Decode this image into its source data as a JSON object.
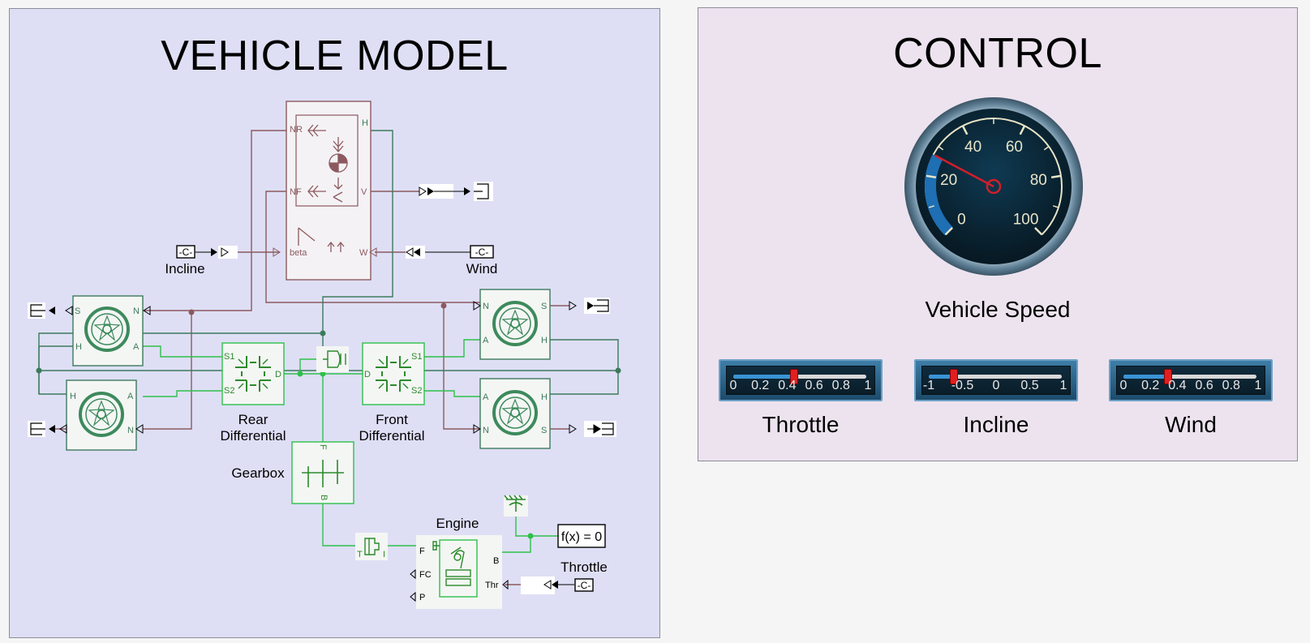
{
  "vehicle_area": {
    "title": "VEHICLE MODEL",
    "labels": {
      "incline": "Incline",
      "wind": "Wind",
      "rear_differential": "Rear Differential",
      "front_differential": "Front Differential",
      "gearbox": "Gearbox",
      "engine": "Engine",
      "throttle": "Throttle",
      "solver": "f(x) = 0",
      "constant": "-C-"
    },
    "ports": {
      "body": [
        "NR",
        "NF",
        "H",
        "V",
        "W",
        "beta"
      ],
      "tire": [
        "S",
        "N",
        "H",
        "A"
      ],
      "differential": [
        "S1",
        "S2",
        "D"
      ],
      "gearbox": [
        "F",
        "B"
      ],
      "engine": [
        "F",
        "B",
        "FC",
        "P",
        "Thr"
      ],
      "coupling": [
        "T",
        "I"
      ]
    }
  },
  "control_area": {
    "title": "CONTROL",
    "gauge": {
      "label": "Vehicle Speed",
      "ticks": [
        "0",
        "20",
        "40",
        "60",
        "80",
        "100"
      ],
      "min": 0,
      "max": 100,
      "value": 27
    },
    "sliders": [
      {
        "label": "Throttle",
        "min": 0,
        "max": 1,
        "value": 0.45,
        "ticks": [
          "0",
          "0.2",
          "0.4",
          "0.6",
          "0.8",
          "1"
        ]
      },
      {
        "label": "Incline",
        "min": -1,
        "max": 1,
        "value": -0.63,
        "ticks": [
          "-1",
          "-0.5",
          "0",
          "0.5",
          "1"
        ]
      },
      {
        "label": "Wind",
        "min": 0,
        "max": 1,
        "value": 0.33,
        "ticks": [
          "0",
          "0.2",
          "0.4",
          "0.6",
          "0.8",
          "1"
        ]
      }
    ]
  },
  "colors": {
    "mechanical": "#2c8a2c",
    "vehicle_body": "#8c5a5e",
    "tire_green": "#3d8a5c",
    "gauge_accent": "#1e6fb3",
    "needle": "#d21e2a"
  }
}
